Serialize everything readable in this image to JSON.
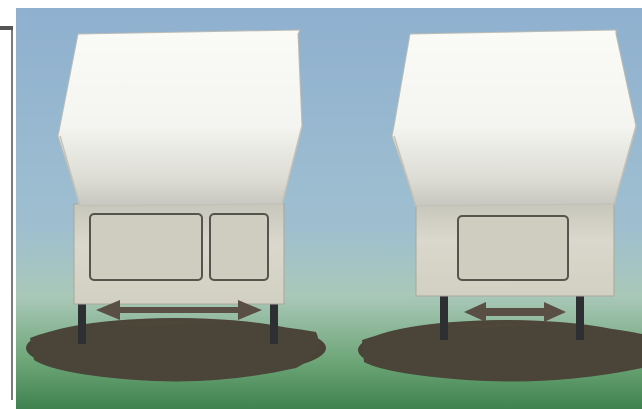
{
  "scene": {
    "panels": [
      {
        "label": "",
        "compartments": 2,
        "stance": "wide"
      },
      {
        "label": "",
        "compartments": 1,
        "stance": "narrow"
      }
    ]
  },
  "colors": {
    "sky_top": "#8fb0cf",
    "sky_mid": "#9ebfd0",
    "horizon": "#aac8b4",
    "ground": "#4f8d58",
    "camper_shell": "#f6f6f2",
    "camper_shadow": "#c9c9c2",
    "base_body": "#d8d6c9",
    "door_fill": "#cfcdbf",
    "mud": "#514a3c",
    "arrow": "#5a4f45",
    "leg": "#2e2f33"
  },
  "icons": [
    "double-arrow-icon"
  ]
}
